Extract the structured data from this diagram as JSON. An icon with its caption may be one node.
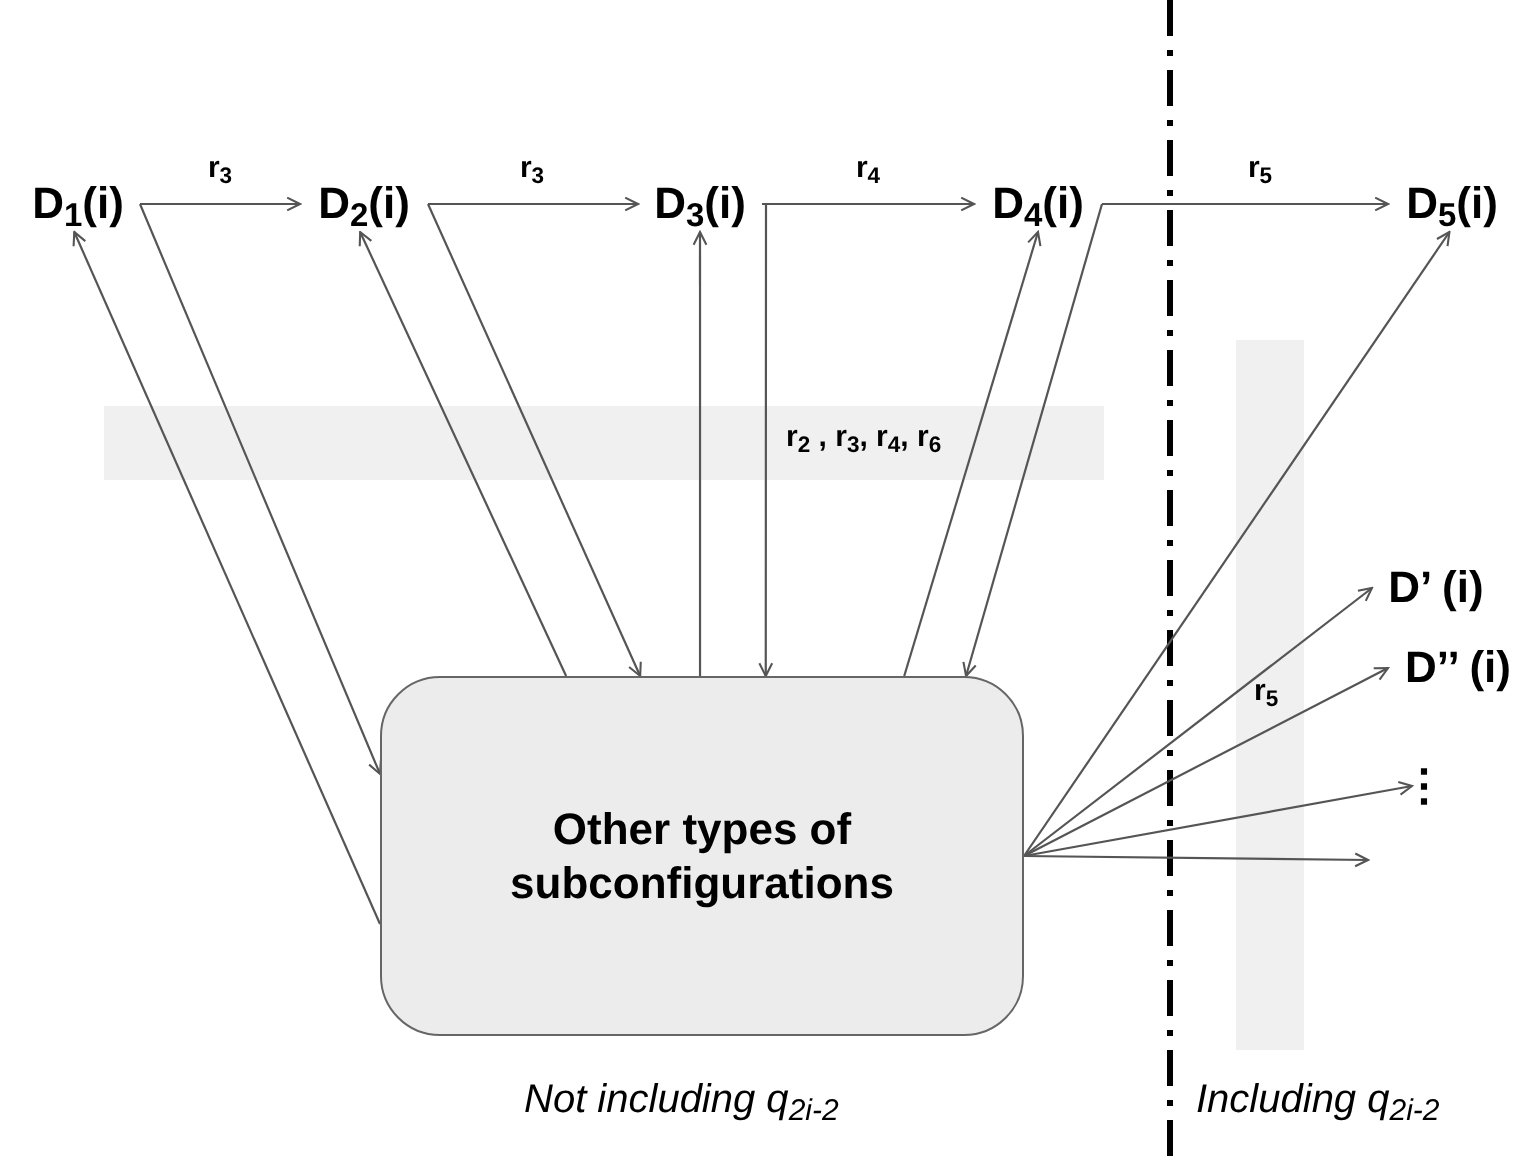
{
  "diagram": {
    "nodes": [
      {
        "text": [
          "D$_{1}$(i)"
        ]
      },
      {
        "text": [
          "D$_{2}$(i)"
        ]
      },
      {
        "text": [
          "D$_{3}$(i)"
        ]
      },
      {
        "text": [
          "D$_{4}$(i)"
        ]
      },
      {
        "text": [
          "D$_{5}$(i)"
        ]
      },
      {
        "text": [
          "Other types of subconfigurations"
        ]
      },
      {
        "text": [
          "D’ (i)"
        ]
      },
      {
        "text": [
          "D’’ (i)"
        ]
      },
      {
        "text": [
          "⋮"
        ]
      }
    ],
    "edges": [
      {
        "from": 0,
        "to": 1,
        "arrow": "to",
        "label": "r$_{3}$"
      },
      {
        "from": 1,
        "to": 2,
        "arrow": "to",
        "label": "r$_{3}$"
      },
      {
        "from": 2,
        "to": 3,
        "arrow": "to",
        "label": "r$_{4}$"
      },
      {
        "from": 3,
        "to": 4,
        "arrow": "to",
        "label": "r$_{5}$"
      },
      {
        "from": 0,
        "to": 5,
        "arrow": "to"
      },
      {
        "from": 5,
        "to": 0,
        "arrow": "to"
      },
      {
        "from": 5,
        "to": 1,
        "arrow": "to"
      },
      {
        "from": 1,
        "to": 5,
        "arrow": "to"
      },
      {
        "from": 5,
        "to": 2,
        "arrow": "to"
      },
      {
        "from": 2,
        "to": 5,
        "arrow": "to"
      },
      {
        "from": 5,
        "to": 3,
        "arrow": "to"
      },
      {
        "from": 3,
        "to": 5,
        "arrow": "to"
      },
      {
        "from": 5,
        "to": 4,
        "arrow": "to"
      },
      {
        "from": 5,
        "to": 6,
        "arrow": "to"
      },
      {
        "from": 5,
        "to": 7,
        "arrow": "to"
      },
      {
        "from": 5,
        "to": 8,
        "arrow": "to"
      },
      {
        "from": 5,
        "to": null,
        "arrow": "to"
      }
    ],
    "labels": [
      "r$_{2}$ , r$_{3}$, r$_{4}$, r$_{6}$",
      "r$_{5}$",
      "Not including q$_{2i-2}$",
      "Including q$_{2i-2}$"
    ]
  }
}
